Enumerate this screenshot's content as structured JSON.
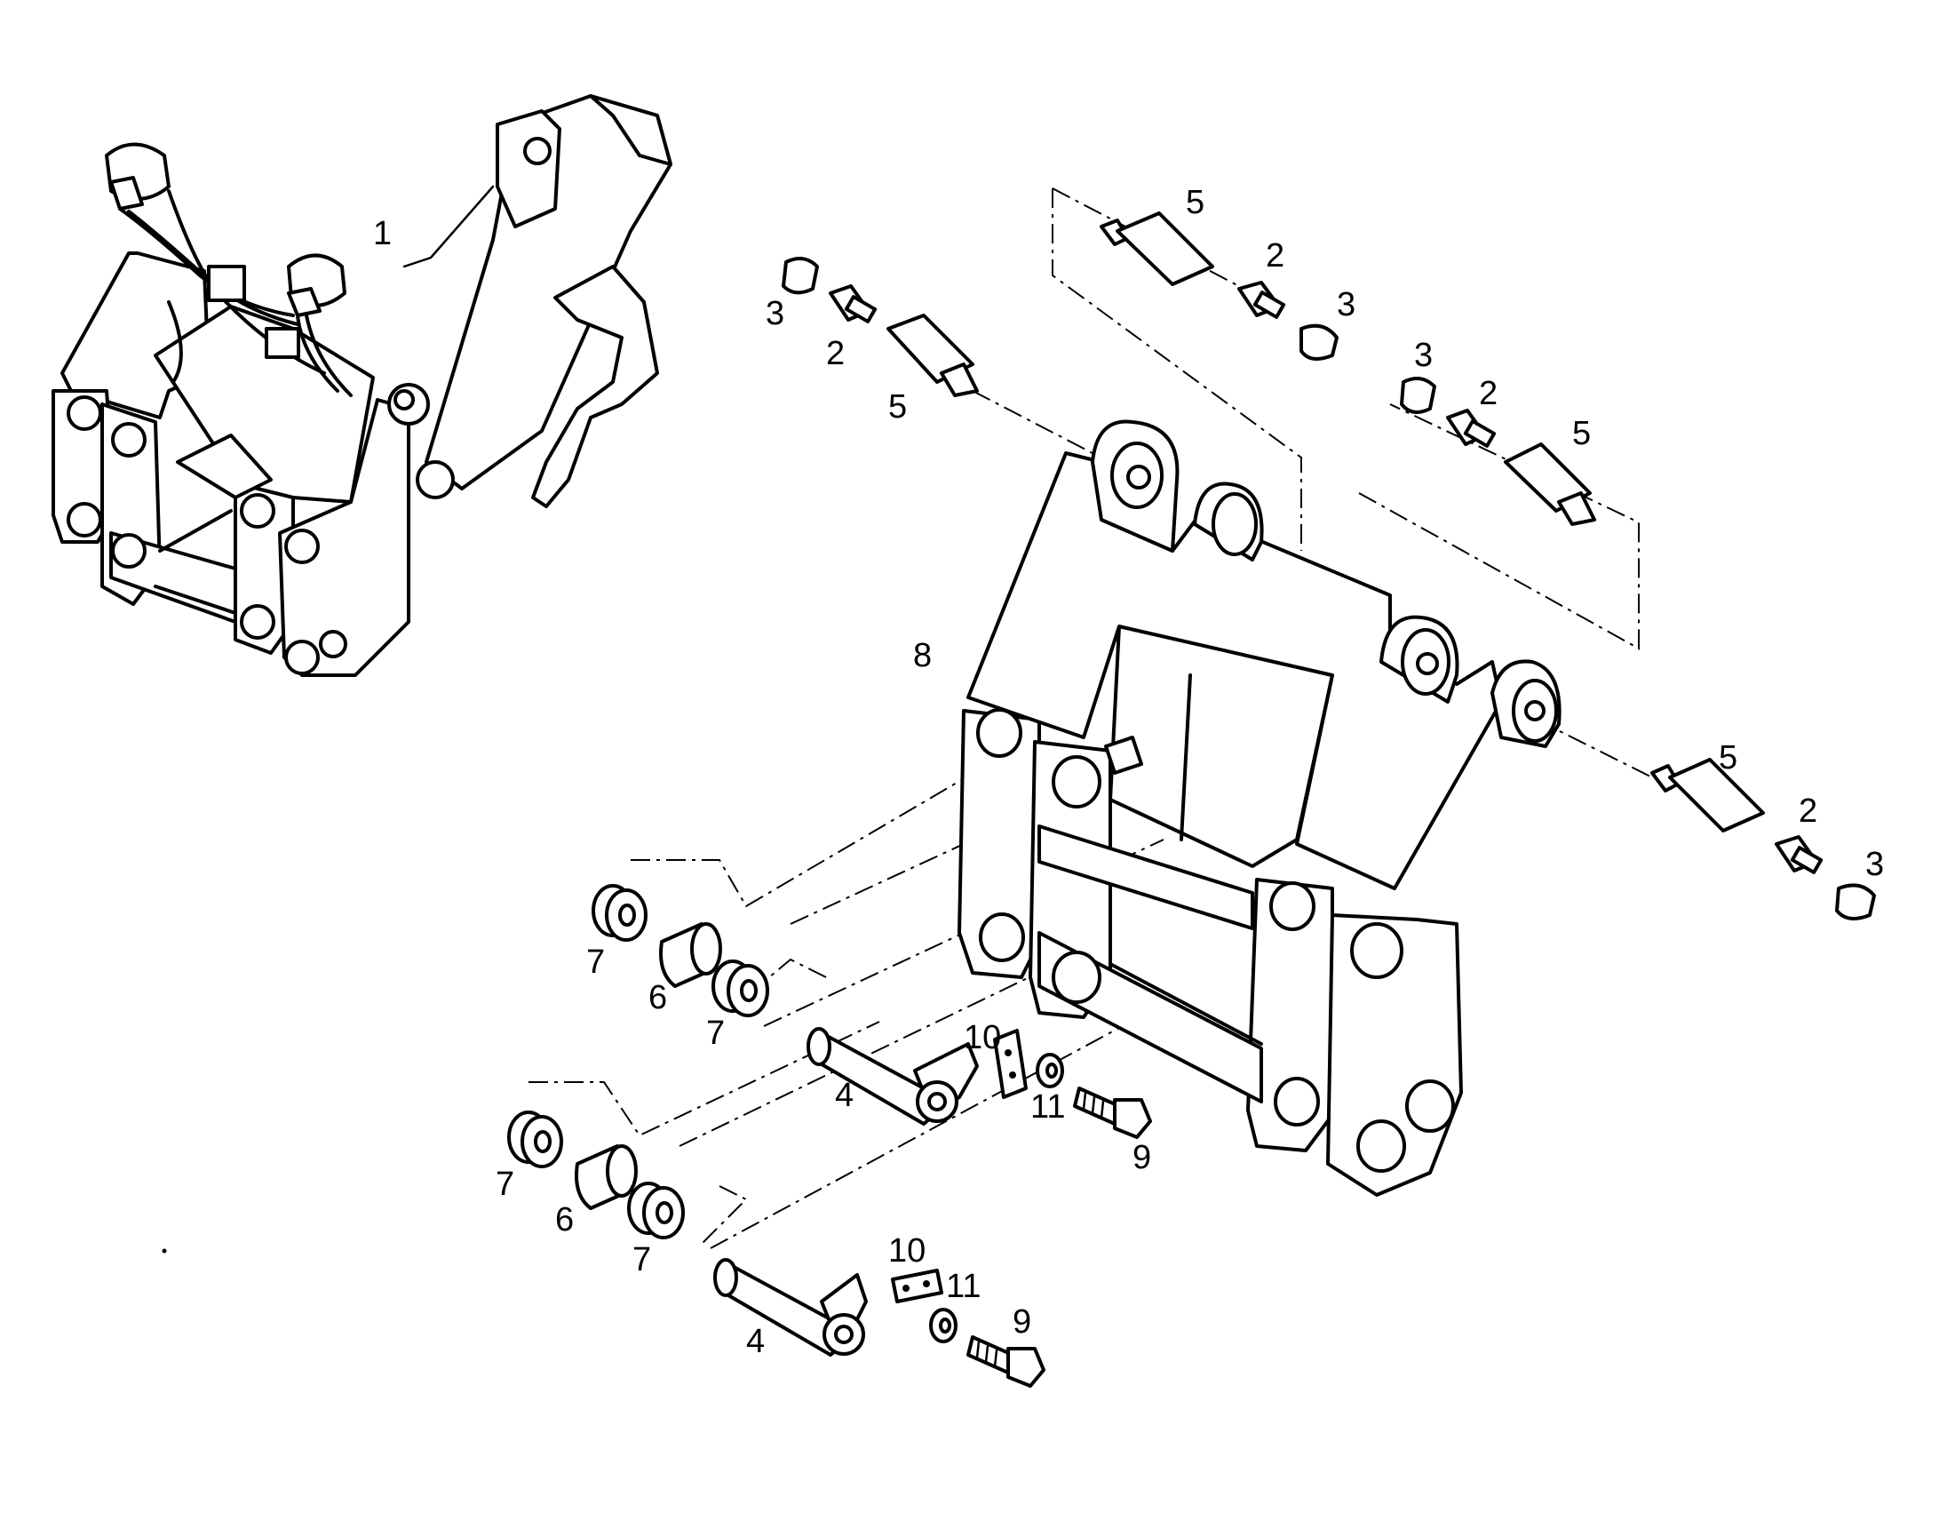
{
  "callouts": [
    {
      "key": "c1",
      "label": "1"
    },
    {
      "key": "c2a",
      "label": "2"
    },
    {
      "key": "c2b",
      "label": "2"
    },
    {
      "key": "c2c",
      "label": "2"
    },
    {
      "key": "c2d",
      "label": "2"
    },
    {
      "key": "c3a",
      "label": "3"
    },
    {
      "key": "c3b",
      "label": "3"
    },
    {
      "key": "c3c",
      "label": "3"
    },
    {
      "key": "c3d",
      "label": "3"
    },
    {
      "key": "c4a",
      "label": "4"
    },
    {
      "key": "c4b",
      "label": "4"
    },
    {
      "key": "c5a",
      "label": "5"
    },
    {
      "key": "c5b",
      "label": "5"
    },
    {
      "key": "c5c",
      "label": "5"
    },
    {
      "key": "c5d",
      "label": "5"
    },
    {
      "key": "c6a",
      "label": "6"
    },
    {
      "key": "c6b",
      "label": "6"
    },
    {
      "key": "c7a",
      "label": "7"
    },
    {
      "key": "c7b",
      "label": "7"
    },
    {
      "key": "c7c",
      "label": "7"
    },
    {
      "key": "c7d",
      "label": "7"
    },
    {
      "key": "c8",
      "label": "8"
    },
    {
      "key": "c9a",
      "label": "9"
    },
    {
      "key": "c9b",
      "label": "9"
    },
    {
      "key": "c10a",
      "label": "10"
    },
    {
      "key": "c10b",
      "label": "10"
    },
    {
      "key": "c11a",
      "label": "11"
    },
    {
      "key": "c11b",
      "label": "11"
    }
  ]
}
